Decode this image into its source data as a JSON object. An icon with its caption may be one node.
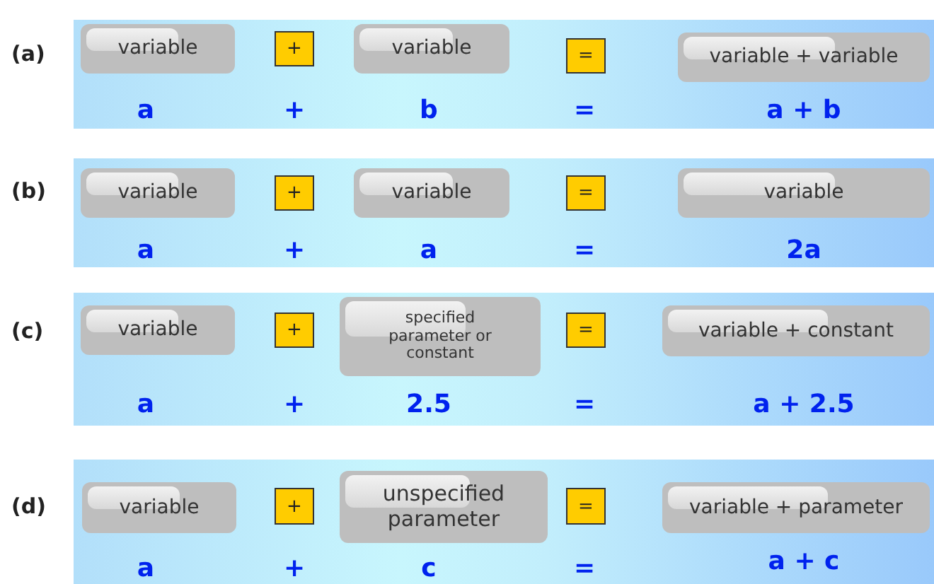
{
  "diagram": {
    "nodes": [
      {
        "text": [
          "(a)",
          "a",
          "+",
          "b",
          "=",
          "a + b"
        ]
      },
      {
        "text": [
          "variable"
        ],
        "in": 0
      },
      {
        "text": [
          "+"
        ],
        "in": 0
      },
      {
        "text": [
          "variable"
        ],
        "in": 0
      },
      {
        "text": [
          "="
        ],
        "in": 0
      },
      {
        "text": [
          "variable + variable"
        ],
        "in": 0
      },
      {
        "text": [
          "(b)",
          "a",
          "+",
          "a",
          "=",
          "2a"
        ]
      },
      {
        "text": [
          "variable"
        ],
        "in": 6
      },
      {
        "text": [
          "+"
        ],
        "in": 6
      },
      {
        "text": [
          "variable"
        ],
        "in": 6
      },
      {
        "text": [
          "="
        ],
        "in": 6
      },
      {
        "text": [
          "variable"
        ],
        "in": 6
      },
      {
        "text": [
          "(c)",
          "a",
          "+",
          "2.5",
          "=",
          "a + 2.5"
        ]
      },
      {
        "text": [
          "variable"
        ],
        "in": 12
      },
      {
        "text": [
          "+"
        ],
        "in": 12
      },
      {
        "text": [
          "specified parameter or constant"
        ],
        "in": 12
      },
      {
        "text": [
          "="
        ],
        "in": 12
      },
      {
        "text": [
          "variable + constant"
        ],
        "in": 12
      },
      {
        "text": [
          "(d)",
          "a",
          "+",
          "c",
          "=",
          "a + c"
        ]
      },
      {
        "text": [
          "variable"
        ],
        "in": 18
      },
      {
        "text": [
          "+"
        ],
        "in": 18
      },
      {
        "text": [
          "unspecified parameter"
        ],
        "in": 18
      },
      {
        "text": [
          "="
        ],
        "in": 18
      },
      {
        "text": [
          "variable + parameter"
        ],
        "in": 18
      }
    ]
  }
}
